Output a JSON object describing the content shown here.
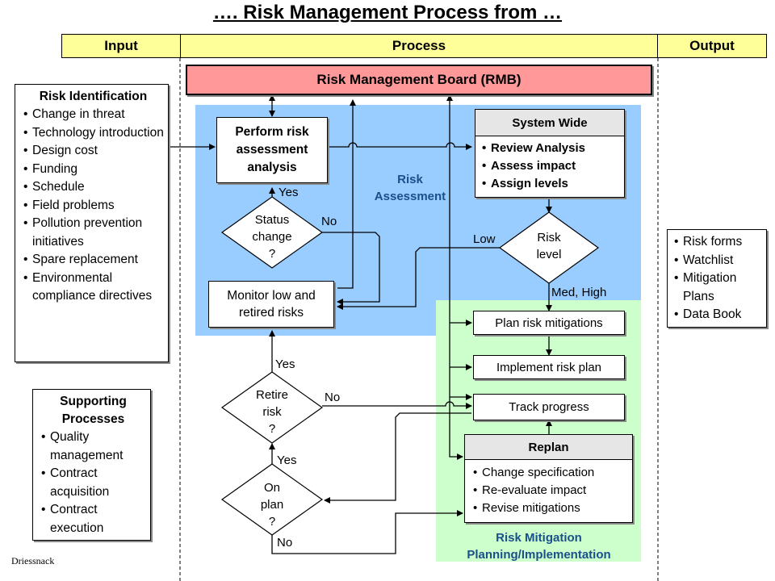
{
  "title": "…. Risk Management Process from …",
  "columns": {
    "input": "Input",
    "process": "Process",
    "output": "Output"
  },
  "rmb": "Risk Management Board (RMB)",
  "risk_identification": {
    "title": "Risk Identification",
    "items": [
      "Change in threat",
      "Technology introduction",
      "Design cost",
      "Funding",
      "Schedule",
      "Field problems",
      "Pollution prevention initiatives",
      "Spare replacement",
      "Environmental compliance directives"
    ]
  },
  "supporting_processes": {
    "title": "Supporting Processes",
    "items": [
      "Quality management",
      "Contract acquisition",
      "Contract execution"
    ]
  },
  "outputs": {
    "items": [
      "Risk forms",
      "Watchlist",
      "Mitigation Plans",
      "Data Book"
    ]
  },
  "perform_risk": "Perform risk assessment analysis",
  "status_change": {
    "line1": "Status",
    "line2": "change",
    "line3": "?"
  },
  "monitor": "Monitor low and retired risks",
  "retire_risk": {
    "line1": "Retire",
    "line2": "risk",
    "line3": "?"
  },
  "on_plan": {
    "line1": "On",
    "line2": "plan",
    "line3": "?"
  },
  "system_wide": {
    "title": "System Wide",
    "items": [
      "Review Analysis",
      "Assess impact",
      "Assign levels"
    ]
  },
  "risk_level": {
    "line1": "Risk",
    "line2": "level"
  },
  "plan_mitigations": "Plan risk mitigations",
  "implement": "Implement risk plan",
  "track": "Track progress",
  "replan": {
    "title": "Replan",
    "items": [
      "Change specification",
      "Re-evaluate impact",
      "Revise mitigations"
    ]
  },
  "zones": {
    "risk_assessment": "Risk Assessment",
    "risk_mitigation": "Risk Mitigation Planning/Implementation"
  },
  "labels": {
    "yes_status": "Yes",
    "no_status": "No",
    "yes_retire": "Yes",
    "no_retire": "No",
    "yes_onplan": "Yes",
    "no_onplan": "No",
    "low": "Low",
    "med_high": "Med, High"
  },
  "credit": "Driessnack",
  "colors": {
    "header": "#ffff99",
    "rmb": "#ff9999",
    "assessment_zone": "#99ccff",
    "mitigation_zone": "#ccffcc"
  }
}
